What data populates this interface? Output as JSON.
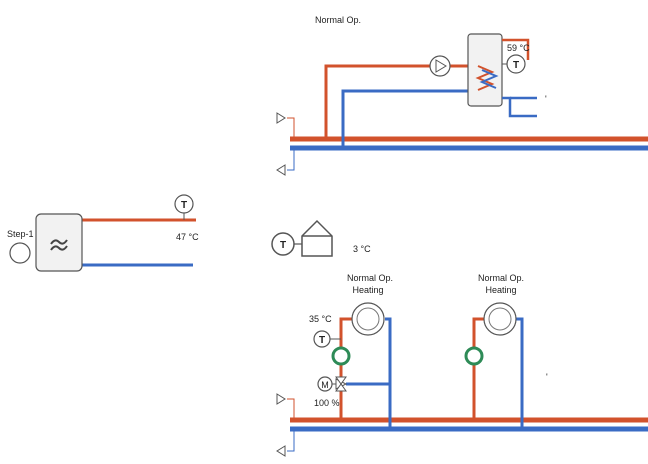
{
  "colors": {
    "supply": "#d2522c",
    "return": "#3a6bc4",
    "outline": "#555555",
    "pump_ok": "#2e8b57",
    "tank_fill": "#f2f2f2"
  },
  "boiler": {
    "label": "Step-1",
    "flow_temp": "47 °C",
    "sensor_letter": "T"
  },
  "dhw": {
    "status": "Normal Op.",
    "temp": "59 °C",
    "sensor_letter": "T",
    "stray_mark": "'"
  },
  "outdoor": {
    "sensor_letter": "T",
    "temp": "3 °C"
  },
  "circuit_1": {
    "status": "Normal Op.",
    "mode": "Heating",
    "flow_temp": "35 °C",
    "sensor_letter": "T",
    "valve_letter": "M",
    "valve_position": "100 %"
  },
  "circuit_2": {
    "status": "Normal Op.",
    "mode": "Heating",
    "stray_mark": "'"
  }
}
